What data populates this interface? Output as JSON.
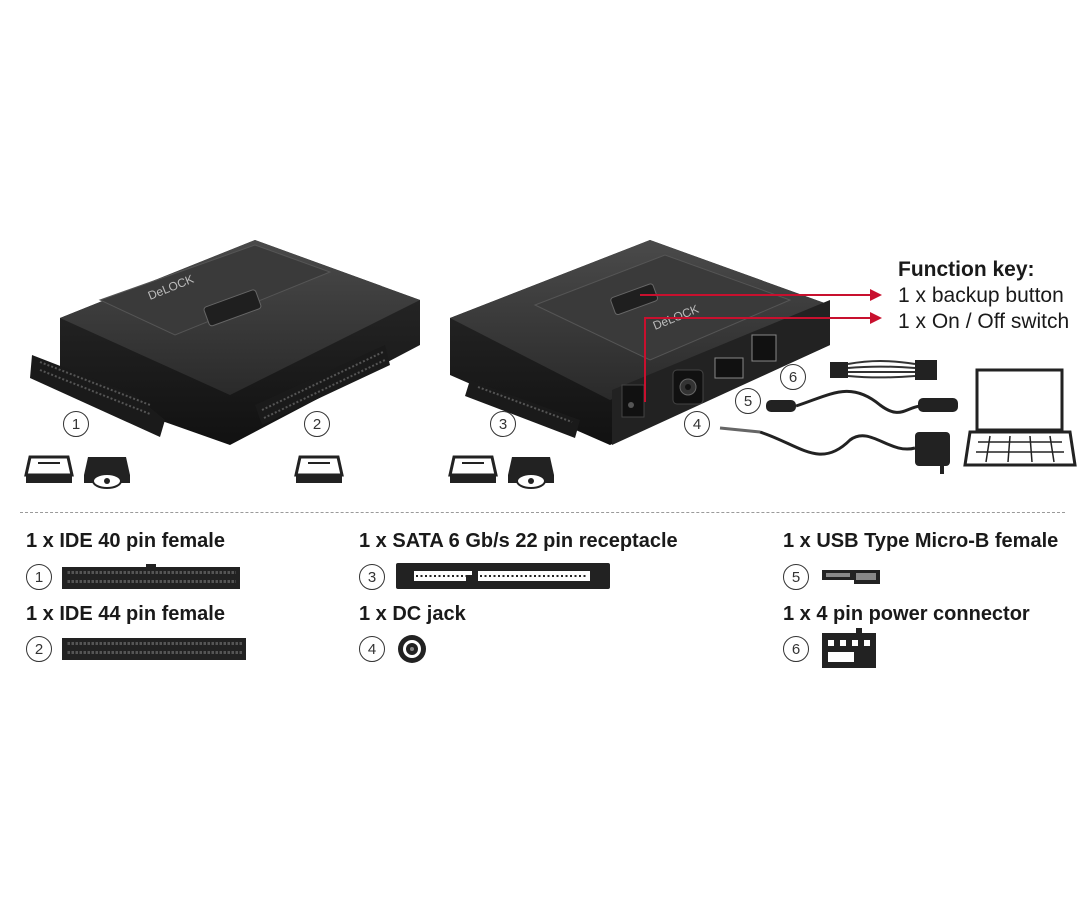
{
  "brand": "DeLOCK",
  "function_key": {
    "title": "Function key:",
    "items": [
      "1 x backup button",
      "1 x On / Off switch"
    ]
  },
  "diagram_numbers": [
    "1",
    "2",
    "3",
    "4",
    "5",
    "6"
  ],
  "specs": [
    {
      "number": "1",
      "label": "1 x IDE 40 pin female"
    },
    {
      "number": "2",
      "label": "1 x IDE 44 pin female"
    },
    {
      "number": "3",
      "label": "1 x SATA 6 Gb/s 22 pin receptacle"
    },
    {
      "number": "4",
      "label": "1 x DC jack"
    },
    {
      "number": "5",
      "label": "1 x USB Type Micro-B female"
    },
    {
      "number": "6",
      "label": "1 x 4 pin power connector"
    }
  ],
  "colors": {
    "arrow": "#c8102e",
    "device": "#2b2b2b",
    "text": "#1a1a1a"
  }
}
